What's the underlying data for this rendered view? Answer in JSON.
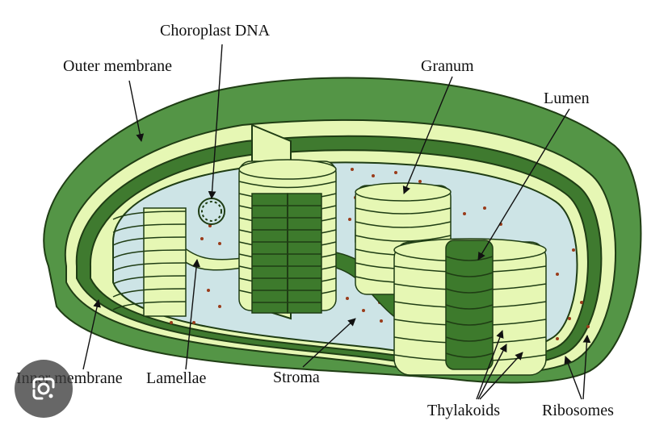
{
  "labels": {
    "chloroplast_dna": "Choroplast DNA",
    "outer_membrane": "Outer membrane",
    "granum": "Granum",
    "lumen": "Lumen",
    "inner_membrane": "Inner membrane",
    "lamellae": "Lamellae",
    "stroma": "Stroma",
    "thylakoids": "Thylakoids",
    "ribosomes": "Ribosomes"
  },
  "colors": {
    "outer_dark_green": "#4a8c3e",
    "mid_green": "#3f7a2f",
    "pale_yellow_green": "#e6f7b4",
    "stroma_blue": "#cde4e6",
    "dark_stack": "#3d7a2c",
    "ribosome_dot": "#9a3b1a"
  },
  "icons": {
    "lens": "google-lens-icon"
  }
}
